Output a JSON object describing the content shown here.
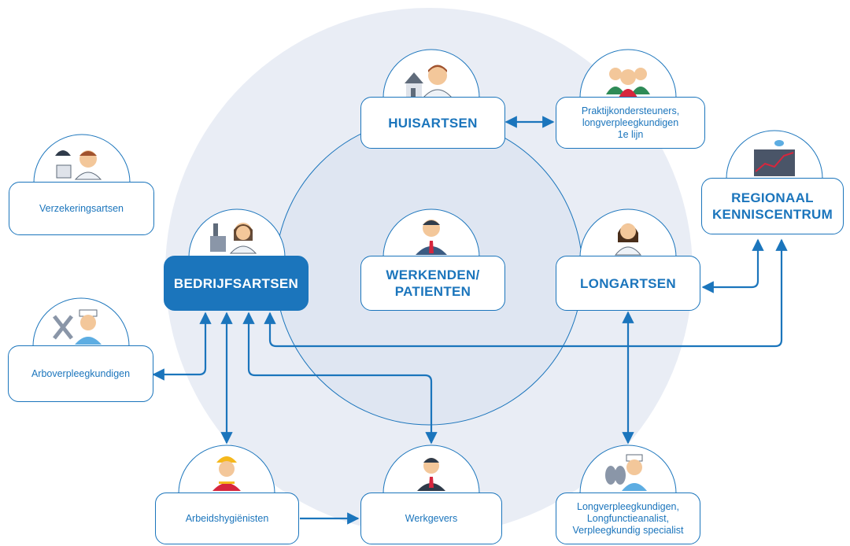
{
  "colors": {
    "accent": "#1b75bc",
    "accent_dark": "#1261a0",
    "outer_circle": "#e9edf5",
    "inner_circle": "#dfe6f2",
    "node_text": "#1b75bc",
    "filled_node_text": "#ffffff"
  },
  "nodes": {
    "huisartsen": {
      "label": "HUISARTSEN",
      "icon": "doctor-house-icon"
    },
    "praktijkondersteuners": {
      "label": "Praktijkondersteuners,\nlongverpleegkundigen\n1e lijn",
      "icon": "group-people-icon"
    },
    "verzekeringsartsen": {
      "label": "Verzekeringsartsen",
      "icon": "insurance-doctor-icon"
    },
    "regionaal_kenniscentrum": {
      "label": "REGIONAAL\nKENNISCENTRUM",
      "icon": "building-chart-icon"
    },
    "bedrijfsartsen": {
      "label": "BEDRIJFSARTSEN",
      "icon": "company-doctor-icon"
    },
    "werkenden_patienten": {
      "label": "WERKENDEN/\nPATIENTEN",
      "icon": "worker-person-icon"
    },
    "longartsen": {
      "label": "LONGARTSEN",
      "icon": "female-doctor-icon"
    },
    "arboverpleegkundigen": {
      "label": "Arboverpleegkundigen",
      "icon": "nurse-tools-icon"
    },
    "arbeidshygienisten": {
      "label": "Arbeidshygiënisten",
      "icon": "construction-worker-icon"
    },
    "werkgevers": {
      "label": "Werkgevers",
      "icon": "businessman-icon"
    },
    "longverpleegkundigen": {
      "label": "Longverpleegkundigen,\nLongfunctieanalist,\nVerpleegkundig specialist",
      "icon": "nurse-lungs-icon"
    }
  }
}
